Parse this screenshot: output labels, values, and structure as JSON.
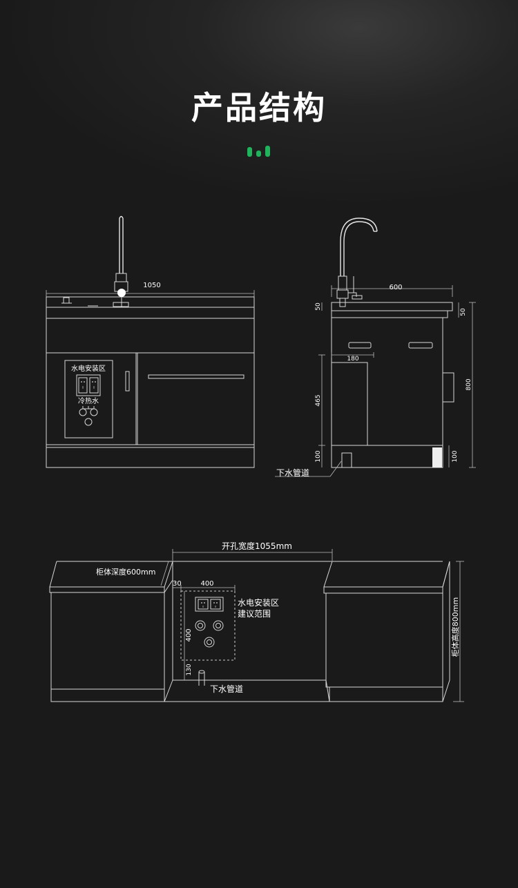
{
  "header": {
    "title": "产品结构"
  },
  "front_view": {
    "width_label": "1050",
    "utility_area_label": "水电安装区",
    "water_label": "冷热水"
  },
  "side_view": {
    "depth_label": "600",
    "top_label": "50",
    "top_label_right": "50",
    "inner_width_label": "180",
    "inner_height_label": "465",
    "height_label": "800",
    "base_label_left": "100",
    "base_label_right": "100",
    "drain_label": "下水管道"
  },
  "install_view": {
    "opening_label": "开孔宽度1055mm",
    "depth_label": "柜体深度600mm",
    "height_label": "柜体高度800mm",
    "offset_label": "30",
    "zone_width_label": "400",
    "zone_height_label": "400",
    "bottom_label": "130",
    "zone_title": "水电安装区",
    "zone_subtitle": "建议范围",
    "drain_label": "下水管道"
  },
  "colors": {
    "accent": "#1fb35c",
    "line": "#d8d8d8",
    "background": "#1a1a1a"
  }
}
